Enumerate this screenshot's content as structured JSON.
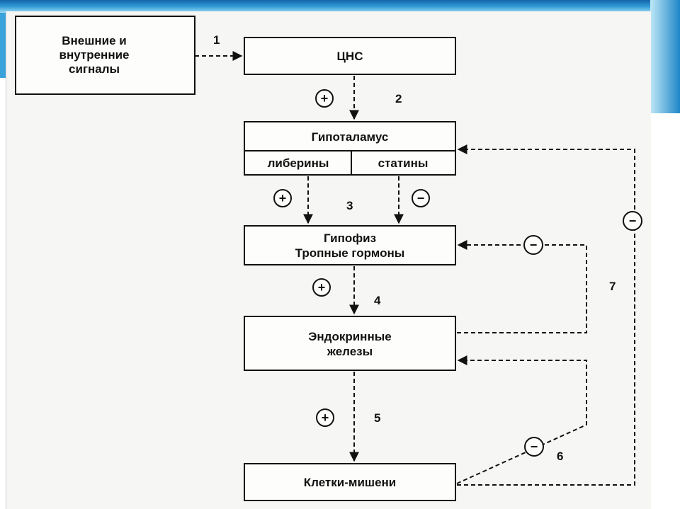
{
  "colors": {
    "banner_top": "#1b7fc4",
    "banner_light": "#8fd3f0",
    "sheet": "#f6f6f4",
    "ink": "#111111"
  },
  "boxes": {
    "signals": [
      "Внешние и",
      "внутренние",
      "сигналы"
    ],
    "cns": "ЦНС",
    "hypothalamus": "Гипоталамус",
    "liberins": "либерины",
    "statins": "статины",
    "pituitary": [
      "Гипофиз",
      "Тропные гормоны"
    ],
    "glands": [
      "Эндокринные",
      "железы"
    ],
    "targets": "Клетки-мишени"
  },
  "numbers": {
    "n1": "1",
    "n2": "2",
    "n3": "3",
    "n4": "4",
    "n5": "5",
    "n6": "6",
    "n7": "7"
  },
  "signs": {
    "plus": "+",
    "minus": "−"
  }
}
